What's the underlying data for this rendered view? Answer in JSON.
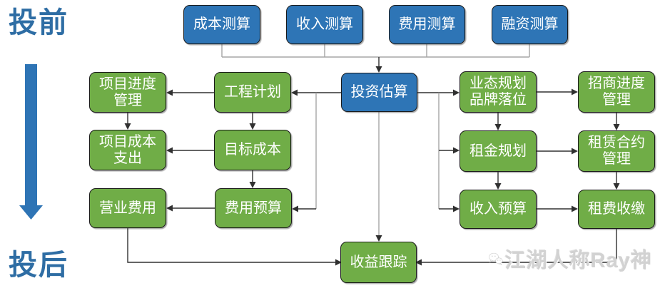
{
  "phases": {
    "pre": {
      "label": "投前"
    },
    "post": {
      "label": "投后"
    }
  },
  "watermark": {
    "text": "江湖人称Ray神",
    "icon": "wechat-icon"
  },
  "colors": {
    "blue_fill": "#2E75B6",
    "green_fill": "#70AD47",
    "phase_text": "#2E6DA4",
    "timeline_arrow": "#2E74B5",
    "node_border": "#1a1a1a",
    "connector": "#303030",
    "connector_light": "#a6a6a6"
  },
  "nodes": [
    {
      "id": "cost-calc",
      "label": "成本测算",
      "type": "blue"
    },
    {
      "id": "income-calc",
      "label": "收入测算",
      "type": "blue"
    },
    {
      "id": "expense-calc",
      "label": "费用测算",
      "type": "blue"
    },
    {
      "id": "financing-calc",
      "label": "融资测算",
      "type": "blue"
    },
    {
      "id": "investment-estimate",
      "label": "投资估算",
      "type": "blue"
    },
    {
      "id": "project-schedule-mgmt",
      "label": "项目进度\n管理",
      "type": "green"
    },
    {
      "id": "engineering-plan",
      "label": "工程计划",
      "type": "green"
    },
    {
      "id": "format-planning-brand",
      "label": "业态规划\n品牌落位",
      "type": "green"
    },
    {
      "id": "leasing-progress-mgmt",
      "label": "招商进度\n管理",
      "type": "green"
    },
    {
      "id": "project-cost-expenditure",
      "label": "项目成本\n支出",
      "type": "green"
    },
    {
      "id": "target-cost",
      "label": "目标成本",
      "type": "green"
    },
    {
      "id": "rent-planning",
      "label": "租金规划",
      "type": "green"
    },
    {
      "id": "lease-contract-mgmt",
      "label": "租赁合约\n管理",
      "type": "green"
    },
    {
      "id": "operating-expense",
      "label": "营业费用",
      "type": "green"
    },
    {
      "id": "expense-budget",
      "label": "费用预算",
      "type": "green"
    },
    {
      "id": "income-budget",
      "label": "收入预算",
      "type": "green"
    },
    {
      "id": "rent-collection",
      "label": "租费收缴",
      "type": "green"
    },
    {
      "id": "revenue-tracking",
      "label": "收益跟踪",
      "type": "green"
    }
  ],
  "edges": [
    {
      "from": "cost-calc",
      "to": "investment-estimate"
    },
    {
      "from": "income-calc",
      "to": "investment-estimate"
    },
    {
      "from": "expense-calc",
      "to": "investment-estimate"
    },
    {
      "from": "financing-calc",
      "to": "investment-estimate"
    },
    {
      "from": "investment-estimate",
      "to": "engineering-plan"
    },
    {
      "from": "investment-estimate",
      "to": "expense-budget"
    },
    {
      "from": "investment-estimate",
      "to": "format-planning-brand"
    },
    {
      "from": "investment-estimate",
      "to": "rent-planning"
    },
    {
      "from": "investment-estimate",
      "to": "income-budget"
    },
    {
      "from": "investment-estimate",
      "to": "revenue-tracking"
    },
    {
      "from": "engineering-plan",
      "to": "project-schedule-mgmt"
    },
    {
      "from": "engineering-plan",
      "to": "target-cost"
    },
    {
      "from": "project-schedule-mgmt",
      "to": "project-cost-expenditure"
    },
    {
      "from": "target-cost",
      "to": "project-cost-expenditure"
    },
    {
      "from": "target-cost",
      "to": "expense-budget"
    },
    {
      "from": "expense-budget",
      "to": "operating-expense"
    },
    {
      "from": "operating-expense",
      "to": "revenue-tracking"
    },
    {
      "from": "format-planning-brand",
      "to": "leasing-progress-mgmt"
    },
    {
      "from": "format-planning-brand",
      "to": "rent-planning"
    },
    {
      "from": "leasing-progress-mgmt",
      "to": "lease-contract-mgmt"
    },
    {
      "from": "rent-planning",
      "to": "lease-contract-mgmt"
    },
    {
      "from": "rent-planning",
      "to": "income-budget"
    },
    {
      "from": "lease-contract-mgmt",
      "to": "rent-collection"
    },
    {
      "from": "income-budget",
      "to": "rent-collection"
    },
    {
      "from": "rent-collection",
      "to": "revenue-tracking"
    }
  ]
}
